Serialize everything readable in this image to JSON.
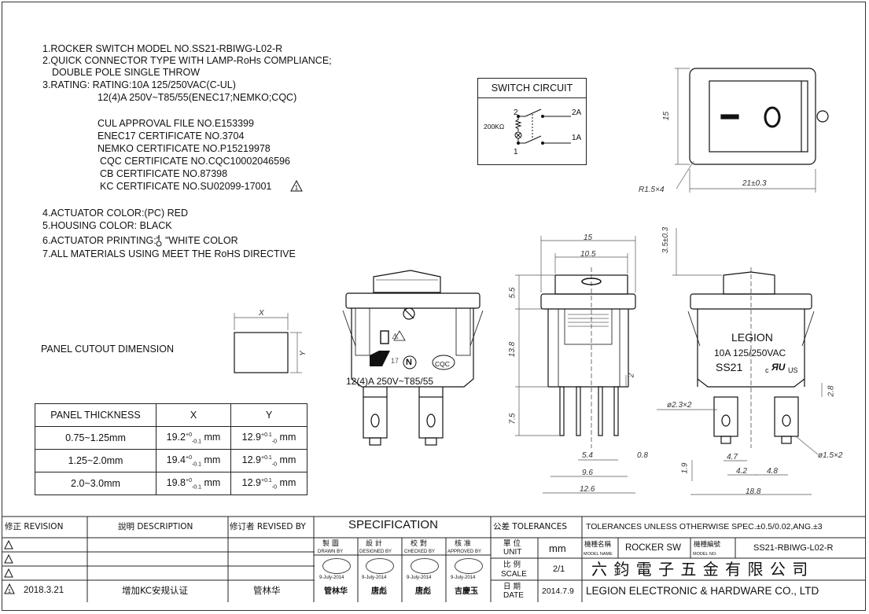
{
  "notes": {
    "n1": "1.ROCKER SWITCH MODEL NO.SS21-RBIWG-L02-R",
    "n2": "2.QUICK CONNECTOR TYPE WITH LAMP-RoHs COMPLIANCE;",
    "n2b": "DOUBLE POLE  SINGLE THROW",
    "n3": "3.RATING: RATING:10A 125/250VAC(C-UL)",
    "n3b": "12(4)A 250V~T85/55(ENEC17;NEMKO;CQC)",
    "c1": "CUL APPROVAL FILE NO.E153399",
    "c2": "ENEC17 CERTIFICATE NO.3704",
    "c3": "NEMKO CERTIFICATE NO.P15219978",
    "c4": "CQC CERTIFICATE NO.CQC10002046596",
    "c5": "CB  CERTIFICATE NO.87398",
    "c6": "KC CERTIFICATE NO.SU02099-17001",
    "c6mark": "1",
    "n4": "4.ACTUATOR COLOR:(PC)  RED",
    "n5": "5.HOUSING COLOR: BLACK",
    "n6a": "6.ACTUATOR PRINTING:\"",
    "n6b": "\"WHITE COLOR",
    "n7": "7.ALL MATERIALS USING MEET THE RoHS DIRECTIVE"
  },
  "circuit": {
    "title": "SWITCH CIRCUIT",
    "t2": "2",
    "t2a": "2A",
    "t1": "1",
    "t1a": "1A",
    "res": "200KΩ"
  },
  "panel": {
    "title": "PANEL CUTOUT DIMENSION",
    "x": "X",
    "y": "Y",
    "headers": [
      "PANEL THICKNESS",
      "X",
      "Y"
    ],
    "rows": [
      {
        "t": "0.75~1.25mm",
        "x": "19.2",
        "y": "12.9"
      },
      {
        "t": "1.25~2.0mm",
        "x": "19.4",
        "y": "12.9"
      },
      {
        "t": "2.0~3.0mm",
        "x": "19.8",
        "y": "12.9"
      }
    ],
    "x_tol_up": "+0",
    "x_tol_dn": "-0.1",
    "y_tol_up": "+0.1",
    "y_tol_dn": "-0",
    "unit": "mm"
  },
  "dims": {
    "d15": "15",
    "d21": "21±0.3",
    "r15": "R1.5×4",
    "d15b": "15",
    "d105": "10.5",
    "d35": "3.5±0.3",
    "d55": "5.5",
    "d138": "13.8",
    "d75": "7.5",
    "d2": "2",
    "d54": "5.4",
    "d08": "0.8",
    "d96": "9.6",
    "d126": "12.6",
    "d23": "ø2.3×2",
    "d47": "4.7",
    "d42": "4.2",
    "d48": "4.8",
    "d19": "1.9",
    "d188": "18.8",
    "d28": "2.8",
    "d15x2": "ø1.5×2"
  },
  "front_print": {
    "rating": "12(4)A  250V~T85/55",
    "enec": "17",
    "cqc": "CQC",
    "n": "N",
    "k": "K"
  },
  "side_print": {
    "brand": "LEGION",
    "rating": "10A 125/250VAC",
    "model": "SS21",
    "cul": "c",
    "us": "US"
  },
  "title_block": {
    "rev_h": "修正 REVISION",
    "desc_h": "說明 DESCRIPTION",
    "revby_h": "修订者 REVISED BY",
    "spec": "SPECIFICATION",
    "tol_h": "公差 TOLERANCES",
    "tol_text": "TOLERANCES UNLESS OTHERWISE SPEC.±0.5/0.02,ANG.±3",
    "drawn": "製  圖",
    "drawn_en": "DRAWN BY",
    "designed": "設  計",
    "designed_en": "DESIGNED BY",
    "checked": "校  對",
    "checked_en": "CHECKED BY",
    "approved": "核  准",
    "approved_en": "APPROVED BY",
    "sig1": "管林华",
    "sig2": "唐彪",
    "sig3": "唐彪",
    "sig4": "吉慶玉",
    "stamp_date": "9-July-2014",
    "unit_lbl": "單  位",
    "unit_en": "UNIT",
    "unit_val": "mm",
    "scale_lbl": "比  例",
    "scale_en": "SCALE",
    "scale_val": "2/1",
    "date_lbl": "日  期",
    "date_en": "DATE",
    "date_val": "2014.7.9",
    "model_name_lbl": "機種名稱",
    "model_name_en": "MODEL NAME",
    "model_name": "ROCKER SW",
    "model_no_lbl": "機種編號",
    "model_no_en": "MODEL NO.",
    "model_no": "SS21-RBIWG-L02-R",
    "company_cn": "六 鈞 電 子 五 金 有 限 公 司",
    "company_en": "LEGION ELECTRONIC & HARDWARE CO., LTD",
    "rev_mark": "1",
    "rev_date": "2018.3.21",
    "rev_desc": "增加KC安规认证",
    "rev_by": "管林华"
  }
}
